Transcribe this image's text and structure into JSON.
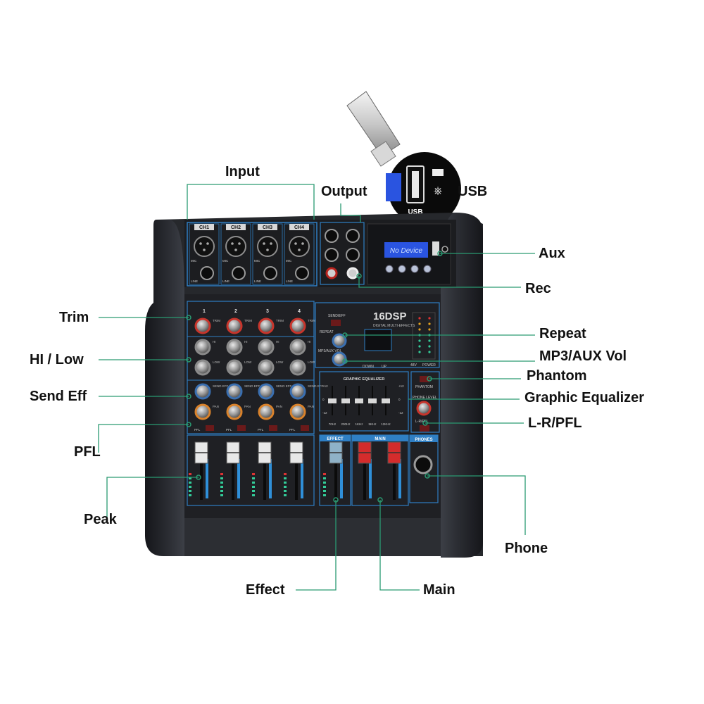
{
  "callouts": {
    "input": "Input",
    "output": "Output",
    "usb": "USB",
    "aux": "Aux",
    "rec": "Rec",
    "trim": "Trim",
    "hi_low": "HI / Low",
    "send_eff": "Send Eff",
    "pfl": "PFL",
    "peak": "Peak",
    "repeat": "Repeat",
    "mp3_aux_vol": "MP3/AUX Vol",
    "phantom": "Phantom",
    "graphic_equalizer": "Graphic Equalizer",
    "l_r_pfl": "L-R/PFL",
    "phone": "Phone",
    "effect": "Effect",
    "main": "Main"
  },
  "device": {
    "channel_labels": [
      "CH1",
      "CH2",
      "CH3",
      "CH4"
    ],
    "channel_numbers": [
      "1",
      "2",
      "3",
      "4"
    ],
    "input_jack_labels": {
      "mic": "MIC",
      "line": "LINE"
    },
    "display_text": "No Device",
    "usb_port_label": "USB",
    "dsp_logo": "16DSP",
    "dsp_subtitle": "DIGITAL MULTI-EFFECTS",
    "send_eff_button": "SEND/EFF",
    "repeat_label": "REPEAT",
    "mp3_aux_label": "MP3/AUX VOL",
    "down_label": "DOWN",
    "up_label": "UP",
    "phantom_label": "PHANTOM",
    "phone_level_label": "PHONE LEVEL",
    "l_r_pfl_label": "L-R/PFL",
    "graphic_eq_title": "GRAPHIC EQUALIZER",
    "graphic_eq_bands": [
      "70Hz",
      "200Hz",
      "1KHz",
      "5KHz",
      "12KHz"
    ],
    "graphic_eq_scale": [
      "+12",
      "0",
      "-12"
    ],
    "channel_knob_labels": [
      "TRIM",
      "HI",
      "LOW",
      "SEND EFF",
      "PAN"
    ],
    "pfl_label": "PFL",
    "effect_label": "EFFECT",
    "main_label": "MAIN",
    "phones_label": "PHONES",
    "power_label": "POWER",
    "power_48v_label": "48V"
  },
  "colors": {
    "panel": "#2a2c30",
    "outline": "#2f7fc4",
    "callout_line": "#2a9a72",
    "knob_red": "#c8352c",
    "knob_blue": "#3a6fb0",
    "knob_orange": "#d9822b",
    "fader_red": "#d42c2c",
    "display_blue": "#2a54e0"
  }
}
